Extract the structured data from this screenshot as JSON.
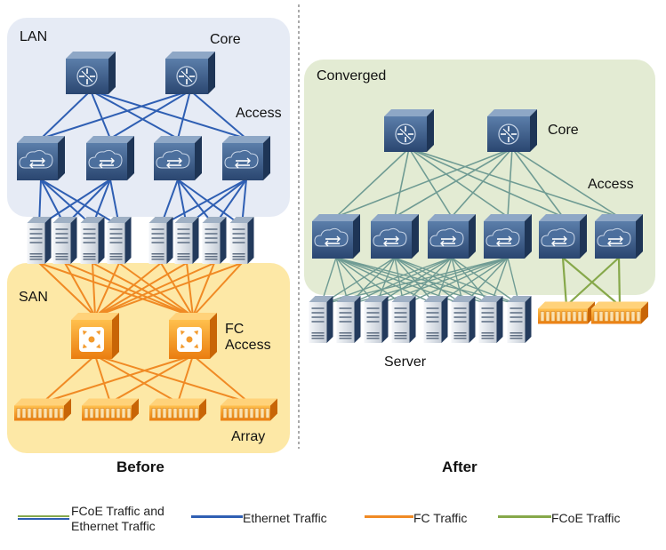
{
  "labels": {
    "lan": "LAN",
    "core_before": "Core",
    "access_before": "Access",
    "san": "SAN",
    "fc_access": "FC\nAccess",
    "array": "Array",
    "converged": "Converged",
    "core_after": "Core",
    "access_after": "Access",
    "server": "Server"
  },
  "captions": {
    "before": "Before",
    "after": "After"
  },
  "legend": {
    "items": [
      {
        "label": "FCoE Traffic and\nEthernet Traffic",
        "style": "dual"
      },
      {
        "label": "Ethernet Traffic",
        "style": "ethernet"
      },
      {
        "label": "FC Traffic",
        "style": "fc"
      },
      {
        "label": "FCoE Traffic",
        "style": "fcoe"
      }
    ]
  },
  "colors": {
    "ethernet": "#2f5fb3",
    "fc": "#f08a24",
    "fcoe": "#86a84a",
    "converged_link": "#6f9b93",
    "lan_bg": "#e6ebf5",
    "san_bg": "#fde8a6",
    "converged_bg": "#e3ebd3",
    "device_blue": "#2d4b73",
    "device_orange": "#f39a2c"
  },
  "icons": {
    "core_switch": "core-switch-icon",
    "access_switch": "access-switch-icon",
    "server": "server-icon",
    "fc_switch": "fc-switch-icon",
    "storage_array": "storage-array-icon"
  }
}
